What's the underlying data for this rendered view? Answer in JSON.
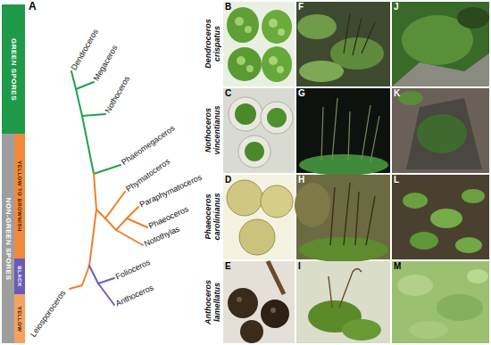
{
  "diagram": {
    "nodes": [
      {
        "text": [
          "GREEN SPORES"
        ]
      },
      {
        "text": [
          "NON-GREEN SPORES"
        ]
      },
      {
        "text": [
          "YELLOW TO BROWNISH"
        ]
      },
      {
        "text": [
          "BLACK"
        ]
      },
      {
        "text": [
          "YELLOW"
        ]
      }
    ],
    "labels": [
      "A",
      "Dendroceros",
      "Megaceros",
      "Nothoceros",
      "Phaeomegaceros",
      "Phymatoceros",
      "Paraphymatoceros",
      "Phaeoceros",
      "Notothylas",
      "Folioceros",
      "Anthoceros",
      "Leiosporoceros",
      "Dendroceros crispatus",
      "Nothoceros vincentianus",
      "Phaeoceros carolinianus",
      "Anthoceros lamellatus",
      "B",
      "C",
      "D",
      "E",
      "F",
      "G",
      "H",
      "I",
      "J",
      "K",
      "L",
      "M"
    ]
  }
}
